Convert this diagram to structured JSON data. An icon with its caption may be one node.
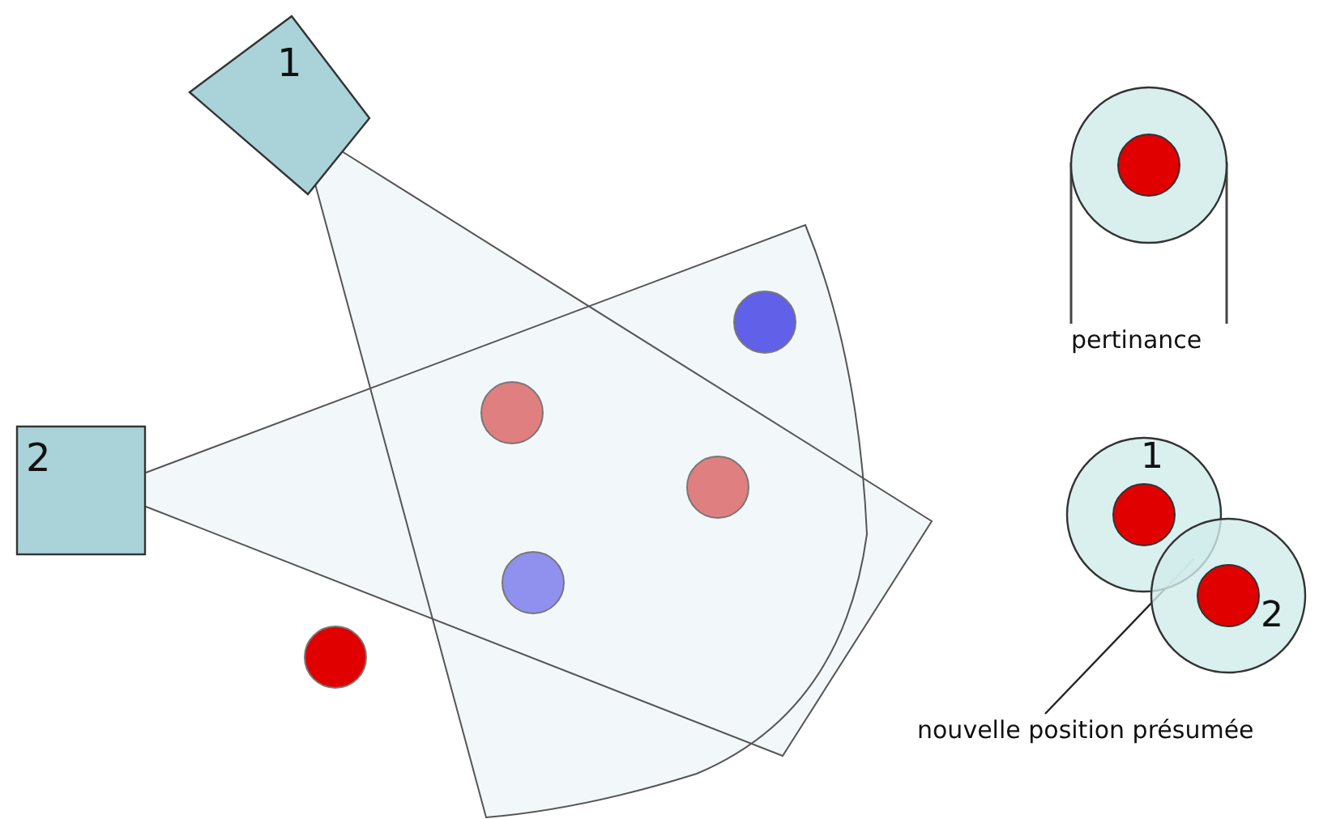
{
  "diagram": {
    "nodes": [
      {
        "text": [
          "1"
        ]
      },
      {
        "text": [
          "2"
        ]
      },
      {
        "text": [
          "1"
        ]
      },
      {
        "text": [
          "2"
        ]
      },
      {
        "text": [
          "nouvelle position présumée"
        ]
      }
    ],
    "edges": [
      {
        "from": 4,
        "to": 2,
        "arrow": "none"
      }
    ],
    "labels": [
      "pertinance"
    ]
  }
}
